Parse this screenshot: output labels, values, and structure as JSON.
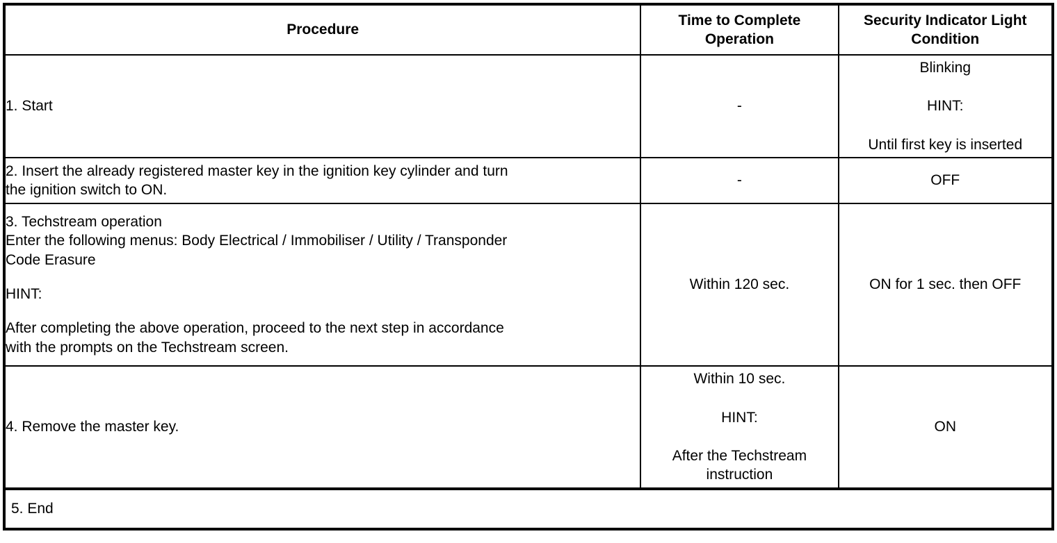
{
  "table": {
    "headers": {
      "procedure": "Procedure",
      "time_line1": "Time to Complete",
      "time_line2": "Operation",
      "security_line1": "Security Indicator Light",
      "security_line2": "Condition"
    },
    "rows": [
      {
        "id": "start",
        "procedure": "1. Start",
        "time": "-",
        "security_line1": "Blinking",
        "security_line2": "HINT:",
        "security_line3": "Until first key is inserted"
      },
      {
        "id": "insert-key",
        "procedure_line1": "2. Insert the already registered master key in the ignition key cylinder and turn",
        "procedure_line2": "the ignition switch to ON.",
        "time": "-",
        "security": "OFF"
      },
      {
        "id": "techstream-operation",
        "procedure_line1": "3. Techstream operation",
        "procedure_line2": "Enter the following menus: Body Electrical / Immobiliser / Utility / Transponder",
        "procedure_line3": "Code Erasure",
        "procedure_line4": "HINT:",
        "procedure_line5": "After completing the above operation, proceed to the next step in accordance",
        "procedure_line6": "with the prompts on the Techstream screen.",
        "time": "Within 120 sec.",
        "security": "ON for 1 sec. then OFF"
      },
      {
        "id": "remove-key",
        "procedure": "4. Remove the master key.",
        "time_line1": "Within 10 sec.",
        "time_line2": "HINT:",
        "time_line3": "After the Techstream",
        "time_line4": "instruction",
        "security": "ON"
      },
      {
        "id": "end",
        "procedure": "5. End"
      }
    ]
  },
  "colors": {
    "border": "#000000",
    "text": "#000000",
    "background": "#ffffff"
  }
}
